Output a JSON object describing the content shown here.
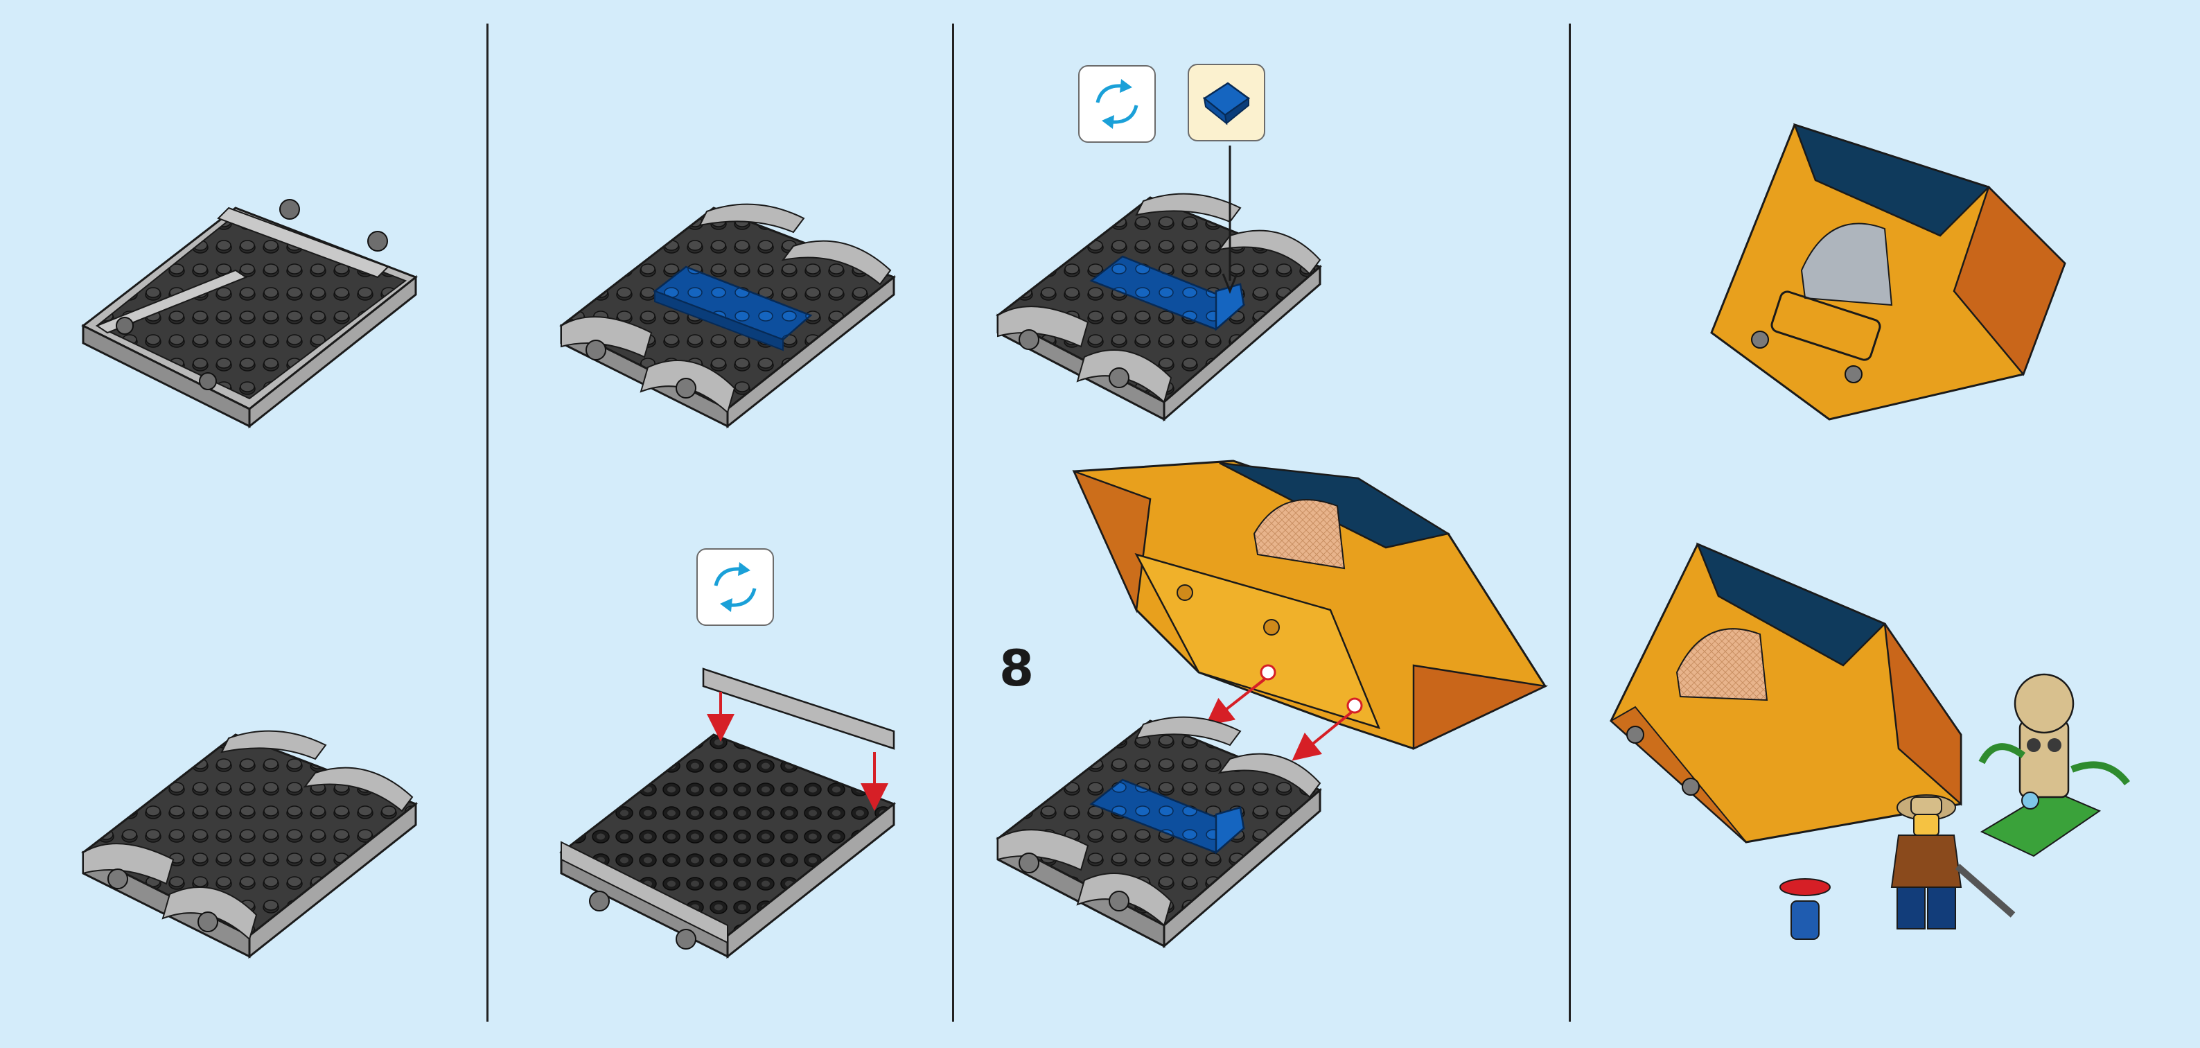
{
  "page": {
    "step_number": "8",
    "panels": [
      {
        "name": "before-turnaround"
      },
      {
        "name": "add-blue-plate-and-bar"
      },
      {
        "name": "add-tile-and-tent-roof"
      },
      {
        "name": "finished-model"
      }
    ]
  },
  "icons": {
    "rotate": "rotate-model-icon",
    "part": "blue-slope-tile-icon",
    "arrow": "red-placement-arrow-icon"
  },
  "colors": {
    "background": "#d4ecfa",
    "baseplate_dark": "#3b3b3b",
    "baseplate_light": "#b9b9b9",
    "blue_plate": "#0d4f9e",
    "tent_orange": "#e8a01d",
    "tent_navy": "#0f3a5c",
    "arrow_red": "#d61f26"
  }
}
